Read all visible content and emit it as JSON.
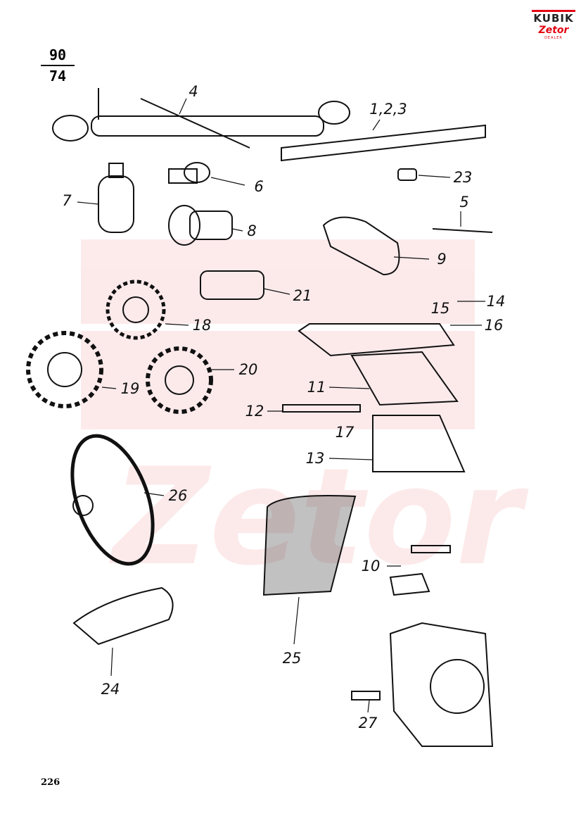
{
  "logo": {
    "brand": "KUBIK",
    "sub": "Zetor",
    "tag": "DEALER"
  },
  "header": {
    "numerator": "90",
    "denominator": "74"
  },
  "labels": {
    "l4": "4",
    "l123": "1,2,3",
    "l23": "23",
    "l6": "6",
    "l7": "7",
    "l5": "5",
    "l8": "8",
    "l9": "9",
    "l21": "21",
    "l14": "14",
    "l15": "15",
    "l16": "16",
    "l18": "18",
    "l11": "11",
    "l20": "20",
    "l19": "19",
    "l12": "12",
    "l17": "17",
    "l13": "13",
    "l26": "26",
    "l10": "10",
    "l25": "25",
    "l24": "24",
    "l27": "27"
  },
  "footer": {
    "page_number": "226"
  }
}
